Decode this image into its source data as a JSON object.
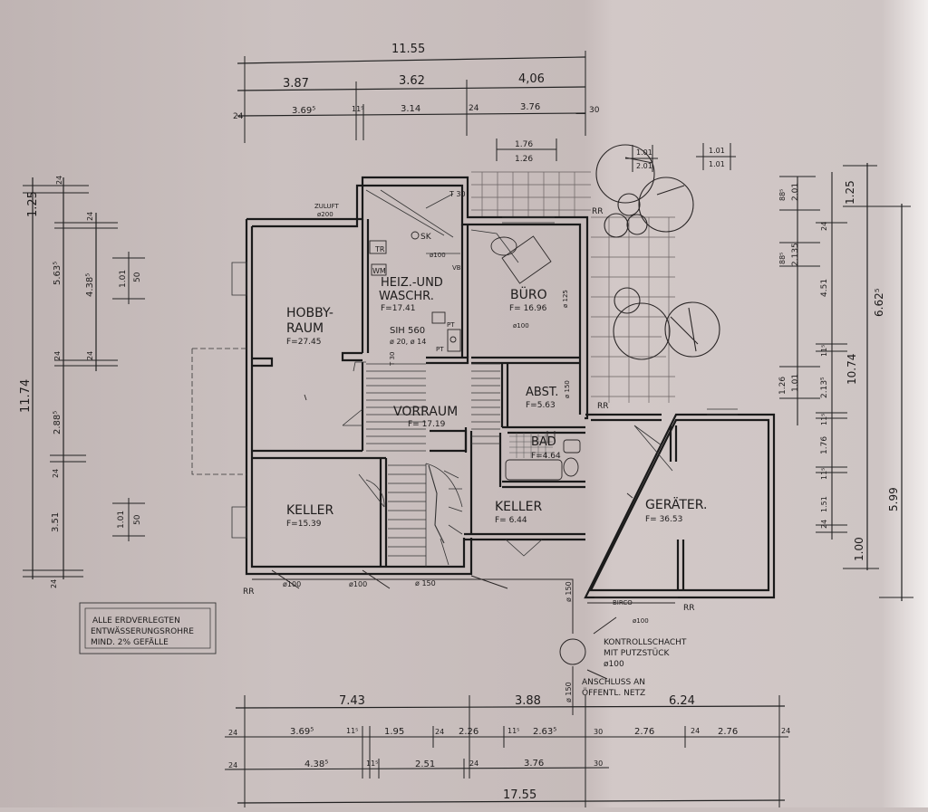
{
  "top_dims": {
    "total": "11.55",
    "row2": [
      "3.87",
      "3.62",
      "4,06"
    ],
    "row3": [
      "24",
      "3.69⁵",
      "11⁵",
      "3.14",
      "24",
      "3.76",
      "30"
    ]
  },
  "small_dims": {
    "a1": "1.76",
    "a2": "1.26",
    "b1": "1.01",
    "b2": "2.01",
    "c1": "1.01",
    "c2": "1.01"
  },
  "left_dims": {
    "outer": [
      "1.25",
      "11.74",
      "24"
    ],
    "mid": [
      "24",
      "5.63⁵",
      "24",
      "2.88⁵",
      "24",
      "3.51",
      "24"
    ],
    "inner": [
      "24",
      "4.38⁵",
      "24"
    ],
    "win1": [
      "1.01",
      "50"
    ],
    "win2": [
      "1.01",
      "50"
    ]
  },
  "right_dims": {
    "inner": [
      "88⁵",
      "2.01",
      "88⁵",
      "2.135",
      "1.26",
      "1.01"
    ],
    "mid": [
      "24",
      "4.51",
      "11⁵",
      "2.13⁵",
      "11⁵",
      "1.76",
      "11⁵",
      "24",
      "1.51"
    ],
    "outer": [
      "1.25",
      "6.62⁵",
      "10.74",
      "5.99",
      "1.00"
    ]
  },
  "rooms": {
    "hobby_name1": "HOBBY-",
    "hobby_name2": "RAUM",
    "hobby_area": "F=27.45",
    "heiz_name1": "HEIZ.-UND",
    "heiz_name2": "WASCHR.",
    "heiz_area": "F=17.41",
    "buero_name": "BÜRO",
    "buero_area": "F= 16.96",
    "abst_name": "ABST.",
    "abst_area": "F=5.63",
    "vorraum_name": "VORRAUM",
    "vorraum_area": "F= 17.19",
    "bad_name": "BAD",
    "bad_area": "F=4.64",
    "keller1_name": "KELLER",
    "keller1_area": "F=15.39",
    "keller2_name": "KELLER",
    "keller2_area": "F= 6.44",
    "geraeter_name": "GERÄTER.",
    "geraeter_area": "F= 36.53"
  },
  "symbols": {
    "zuluft": "ZULUFT",
    "zuluft_d": "ø200",
    "sk": "SK",
    "tr": "TR",
    "wm": "WM",
    "vb": "VB",
    "d100": "ø100",
    "sih": "SIH 560",
    "sih_d": "ø 20, ø 14",
    "pt": "PT",
    "t30": "T 30",
    "d125": "ø 125",
    "d150": "ø 150",
    "rr": "RR",
    "birco": "BIRCO"
  },
  "drain_labels": [
    "ø100",
    "ø100",
    "ø 150",
    "ø 150",
    "ø100"
  ],
  "note": [
    "ALLE ERDVERLEGTEN",
    "ENTWÄSSERUNGSROHRE",
    "MIND.  2%  GEFÄLLE"
  ],
  "manhole": [
    "KONTROLLSCHACHT",
    "MIT PUTZSTÜCK",
    "ø100"
  ],
  "connection": [
    "ANSCHLUSS AN",
    "ÖFFENTL. NETZ"
  ],
  "bottom_dims": {
    "row1": [
      "7.43",
      "3.88",
      "6.24"
    ],
    "row2": [
      "24",
      "3.69⁵",
      "11⁵",
      "1.95",
      "24",
      "2.26",
      "11⁵",
      "2.63⁵",
      "30",
      "2.76",
      "24",
      "2.76",
      "24"
    ],
    "row3": [
      "24",
      "4.38⁵",
      "11⁵",
      "2.51",
      "24",
      "3.76",
      "30"
    ],
    "total": "17.55"
  }
}
